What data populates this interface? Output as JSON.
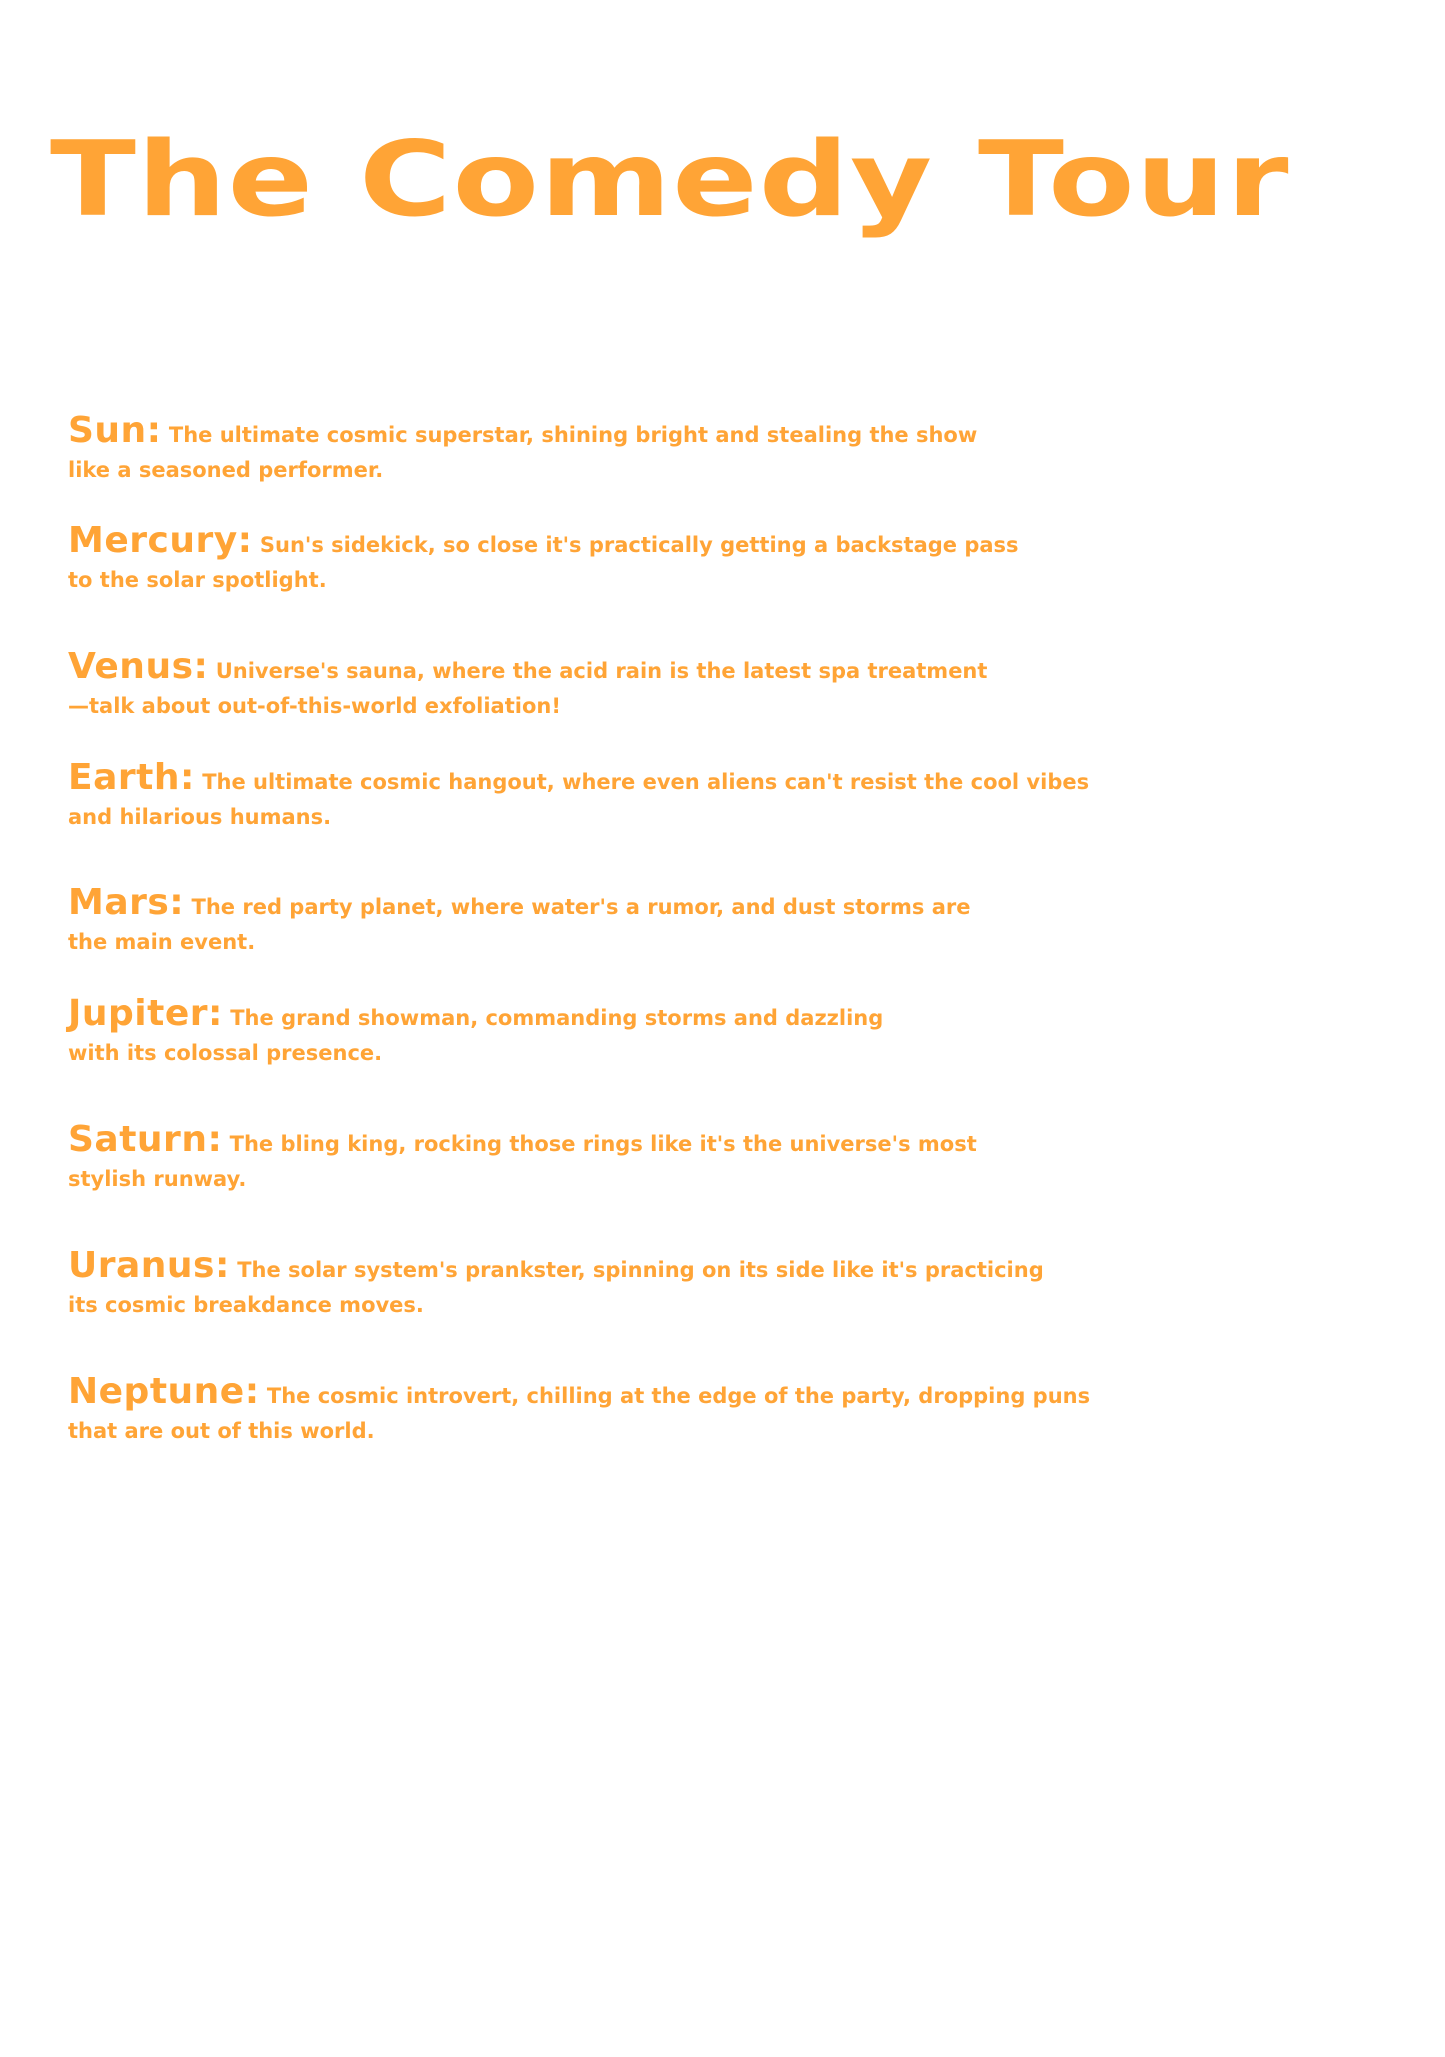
{
  "document": {
    "title": "The Comedy Tour",
    "accent_color": "#ffa436",
    "entries": [
      {
        "name": "Sun:",
        "line1": "The ultimate cosmic superstar, shining bright and stealing the show",
        "line2": "like a seasoned performer."
      },
      {
        "name": "Mercury:",
        "line1": "Sun's sidekick, so close it's practically getting a backstage pass",
        "line2": "to the solar spotlight."
      },
      {
        "name": "Venus:",
        "line1": "Universe's sauna, where the acid rain is the latest spa treatment",
        "line2": "—talk about out-of-this-world exfoliation!"
      },
      {
        "name": "Earth:",
        "line1": "The ultimate cosmic hangout, where even aliens can't resist the cool vibes",
        "line2": "and hilarious humans."
      },
      {
        "name": "Mars:",
        "line1": "The red party planet, where water's a rumor, and dust storms are",
        "line2": "the main event."
      },
      {
        "name": "Jupiter:",
        "line1": "The grand showman, commanding storms and dazzling",
        "line2": "with its colossal presence."
      },
      {
        "name": "Saturn:",
        "line1": "The bling king, rocking those rings like it's the universe's most",
        "line2": "stylish runway."
      },
      {
        "name": "Uranus:",
        "line1": "The solar system's prankster, spinning on its side like it's practicing",
        "line2": "its cosmic breakdance moves."
      },
      {
        "name": "Neptune:",
        "line1": "The cosmic introvert, chilling at the edge of the party, dropping puns",
        "line2": "that are out of this world."
      }
    ]
  }
}
